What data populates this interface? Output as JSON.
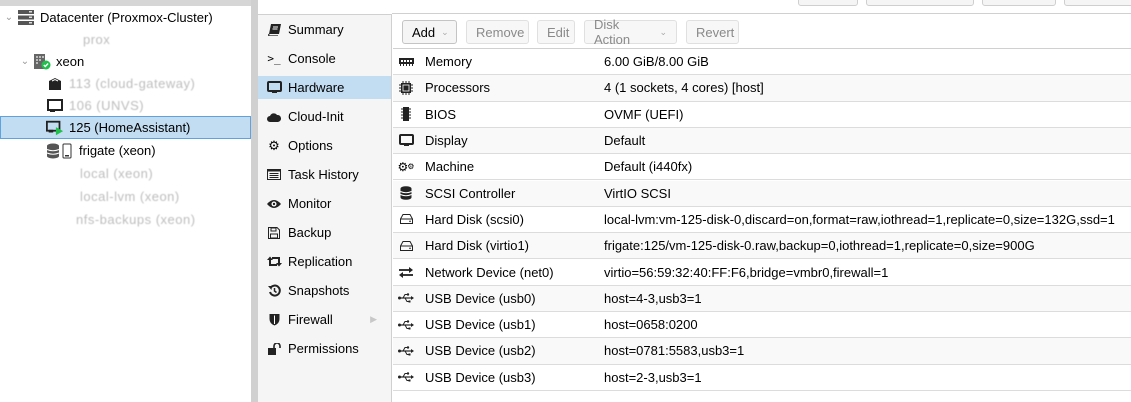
{
  "tree": {
    "items": [
      {
        "label": "Datacenter (Proxmox-Cluster)",
        "icon": "datacenter-icon",
        "level": 0,
        "expanded": true,
        "blurred": false
      },
      {
        "label": "prox",
        "icon": "",
        "level": 1,
        "blurred": true
      },
      {
        "label": "xeon",
        "icon": "node-online-icon",
        "level": 1,
        "expanded": true,
        "blurred": false
      },
      {
        "label": "113 (cloud-gateway)",
        "icon": "container-icon",
        "level": 2,
        "blurred": true
      },
      {
        "label": "106 (UNVS)",
        "icon": "vm-icon",
        "level": 2,
        "blurred": true
      },
      {
        "label": "125 (HomeAssistant)",
        "icon": "vm-running-icon",
        "level": 2,
        "selected": true,
        "blurred": false
      },
      {
        "label": "frigate (xeon)",
        "icon": "storage-icon",
        "level": 2,
        "blurred": false
      },
      {
        "label": "local (xeon)",
        "icon": "",
        "level": 2,
        "blurred": true
      },
      {
        "label": "local-lvm (xeon)",
        "icon": "",
        "level": 2,
        "blurred": true
      },
      {
        "label": "nfs-backups (xeon)",
        "icon": "",
        "level": 2,
        "blurred": true
      }
    ]
  },
  "menu": {
    "items": [
      {
        "label": "Summary",
        "icon": "book-icon"
      },
      {
        "label": "Console",
        "icon": "terminal-icon"
      },
      {
        "label": "Hardware",
        "icon": "monitor-icon",
        "active": true
      },
      {
        "label": "Cloud-Init",
        "icon": "cloud-icon"
      },
      {
        "label": "Options",
        "icon": "gear-icon"
      },
      {
        "label": "Task History",
        "icon": "list-icon"
      },
      {
        "label": "Monitor",
        "icon": "eye-icon"
      },
      {
        "label": "Backup",
        "icon": "floppy-icon"
      },
      {
        "label": "Replication",
        "icon": "retweet-icon"
      },
      {
        "label": "Snapshots",
        "icon": "history-icon"
      },
      {
        "label": "Firewall",
        "icon": "shield-icon",
        "has_submenu": true
      },
      {
        "label": "Permissions",
        "icon": "unlock-icon"
      }
    ]
  },
  "toolbar": {
    "add_label": "Add",
    "remove_label": "Remove",
    "edit_label": "Edit",
    "disk_action_label": "Disk Action",
    "revert_label": "Revert"
  },
  "hardware": {
    "rows": [
      {
        "name": "Memory",
        "value": "6.00 GiB/8.00 GiB",
        "icon": "memory-icon"
      },
      {
        "name": "Processors",
        "value": "4 (1 sockets, 4 cores) [host]",
        "icon": "cpu-icon"
      },
      {
        "name": "BIOS",
        "value": "OVMF (UEFI)",
        "icon": "chip-icon"
      },
      {
        "name": "Display",
        "value": "Default",
        "icon": "monitor-icon"
      },
      {
        "name": "Machine",
        "value": "Default (i440fx)",
        "icon": "cogs-icon"
      },
      {
        "name": "SCSI Controller",
        "value": "VirtIO SCSI",
        "icon": "database-icon"
      },
      {
        "name": "Hard Disk (scsi0)",
        "value": "local-lvm:vm-125-disk-0,discard=on,format=raw,iothread=1,replicate=0,size=132G,ssd=1",
        "icon": "hdd-icon"
      },
      {
        "name": "Hard Disk (virtio1)",
        "value": "frigate:125/vm-125-disk-0.raw,backup=0,iothread=1,replicate=0,size=900G",
        "icon": "hdd-icon"
      },
      {
        "name": "Network Device (net0)",
        "value": "virtio=56:59:32:40:FF:F6,bridge=vmbr0,firewall=1",
        "icon": "exchange-icon"
      },
      {
        "name": "USB Device (usb0)",
        "value": "host=4-3,usb3=1",
        "icon": "usb-icon"
      },
      {
        "name": "USB Device (usb1)",
        "value": "host=0658:0200",
        "icon": "usb-icon"
      },
      {
        "name": "USB Device (usb2)",
        "value": "host=0781:5583,usb3=1",
        "icon": "usb-icon"
      },
      {
        "name": "USB Device (usb3)",
        "value": "host=2-3,usb3=1",
        "icon": "usb-icon"
      }
    ]
  },
  "colors": {
    "selection": "#c2ddf2",
    "selection_border": "#5fa2dd",
    "running_green": "#21bf4b"
  }
}
